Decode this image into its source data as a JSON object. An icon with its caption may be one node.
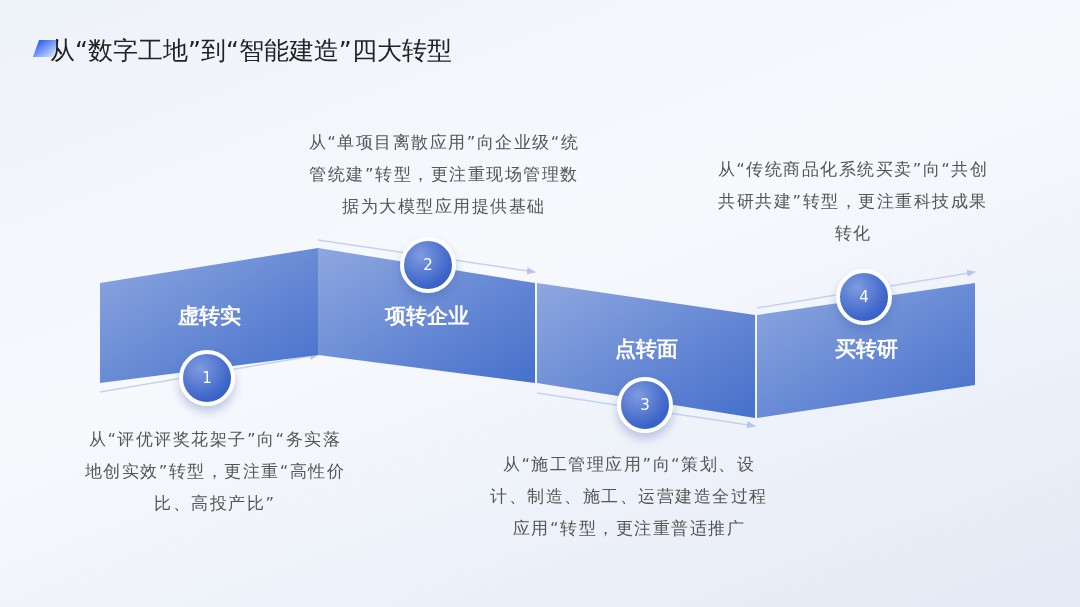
{
  "diagram": {
    "title": "从“数字工地”到“智能建造”四大转型",
    "nodes": [
      {
        "text": [
          "虚转实"
        ]
      },
      {
        "text": [
          "1"
        ],
        "beside": [
          "从“评优评奖花架子”向“务实落地创实效”转型，更注重“高性价比、高投产比”"
        ]
      },
      {
        "text": [
          "项转企业"
        ]
      },
      {
        "text": [
          "2"
        ],
        "beside": [
          "从“单项目离散应用”向企业级“统管统建”转型，更注重现场管理数据为大模型应用提供基础"
        ]
      },
      {
        "text": [
          "点转面"
        ]
      },
      {
        "text": [
          "3"
        ],
        "beside": [
          "从“施工管理应用”向“策划、设计、制造、施工、运营建造全过程应用“转型，更注重普适推广"
        ]
      },
      {
        "text": [
          "买转研"
        ]
      },
      {
        "text": [
          "4"
        ],
        "beside": [
          "从“传统商品化系统买卖”向“共创共研共建”转型，更注重科技成果转化"
        ]
      }
    ],
    "edges": []
  }
}
